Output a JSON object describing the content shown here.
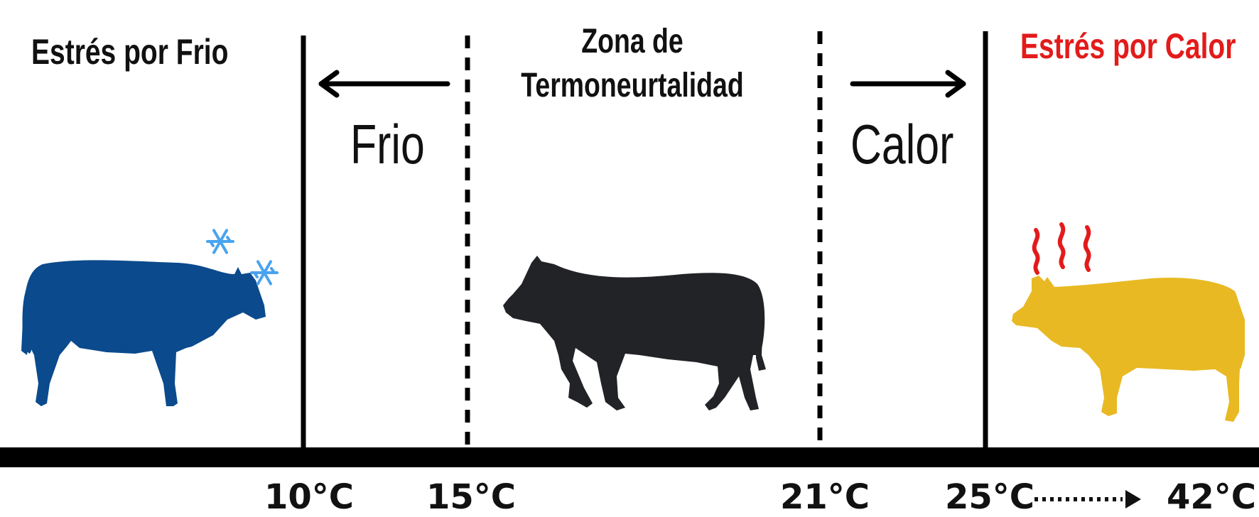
{
  "labels": {
    "cold_stress": "Estrés por Frio",
    "heat_stress": "Estrés por Calor",
    "zone_line1": "Zona de",
    "zone_line2": "Termoneurtalidad",
    "cold": "Frio",
    "heat": "Calor"
  },
  "temperatures": {
    "t10": "10°C",
    "t15": "15°C",
    "t21": "21°C",
    "t25": "25°C",
    "t42": "42°C"
  },
  "colors": {
    "cold_cow": "#0b4a8c",
    "neutral_cow": "#222326",
    "hot_cow": "#e8b923",
    "heat_text": "#e31b1b",
    "snowflake": "#4aa3ee",
    "heat_waves": "#e31b1b"
  },
  "icons": {
    "snowflake": "snowflake-icon",
    "heat_waves": "heat-waves-icon"
  }
}
